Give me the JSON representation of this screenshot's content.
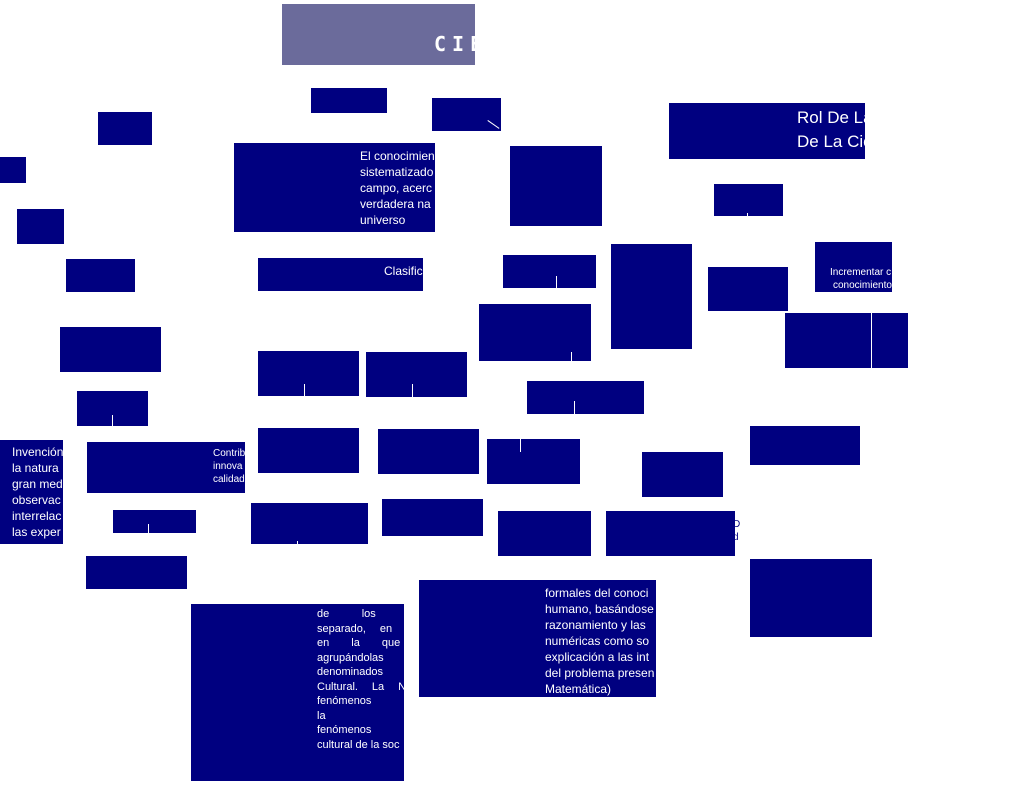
{
  "diagram": {
    "title": "CIE",
    "rol_line1": "Rol De La",
    "rol_line2": "De La Cie",
    "definicion": [
      "El conocimien",
      "sistematizado",
      "campo, acerc",
      "verdadera na",
      "universo"
    ],
    "clasificacion": "Clasific",
    "incrementar_line1": "Incrementar c",
    "incrementar_line2": "conocimiento",
    "invencion": [
      "Invención",
      "la natura",
      "gran med",
      "observac",
      "interrelac",
      "las exper"
    ],
    "contribuye": [
      "Contrib",
      "innova",
      "calidad"
    ],
    "letter_d1": "D",
    "letter_d2": "d",
    "factual_text": [
      "de los fenómenos por",
      "separado, en la rama científica",
      "en la que estas ocurran,",
      "agrupándolas dos grupos",
      "denominados Natural y",
      "Cultural. La Natural estudia los",
      "fenómenos de",
      "la Cultural",
      "fenómenos pa",
      "cultural de la soc"
    ],
    "formal_text": [
      "formales del conoci",
      "humano, basándose",
      "razonamiento y las",
      "numéricas como so",
      "explicación a las int",
      "del problema presen",
      "Matemática)"
    ]
  },
  "colors": {
    "box": "#000080",
    "title_box": "#6b6b9b",
    "text": "#ffffff",
    "background": "#ffffff"
  }
}
